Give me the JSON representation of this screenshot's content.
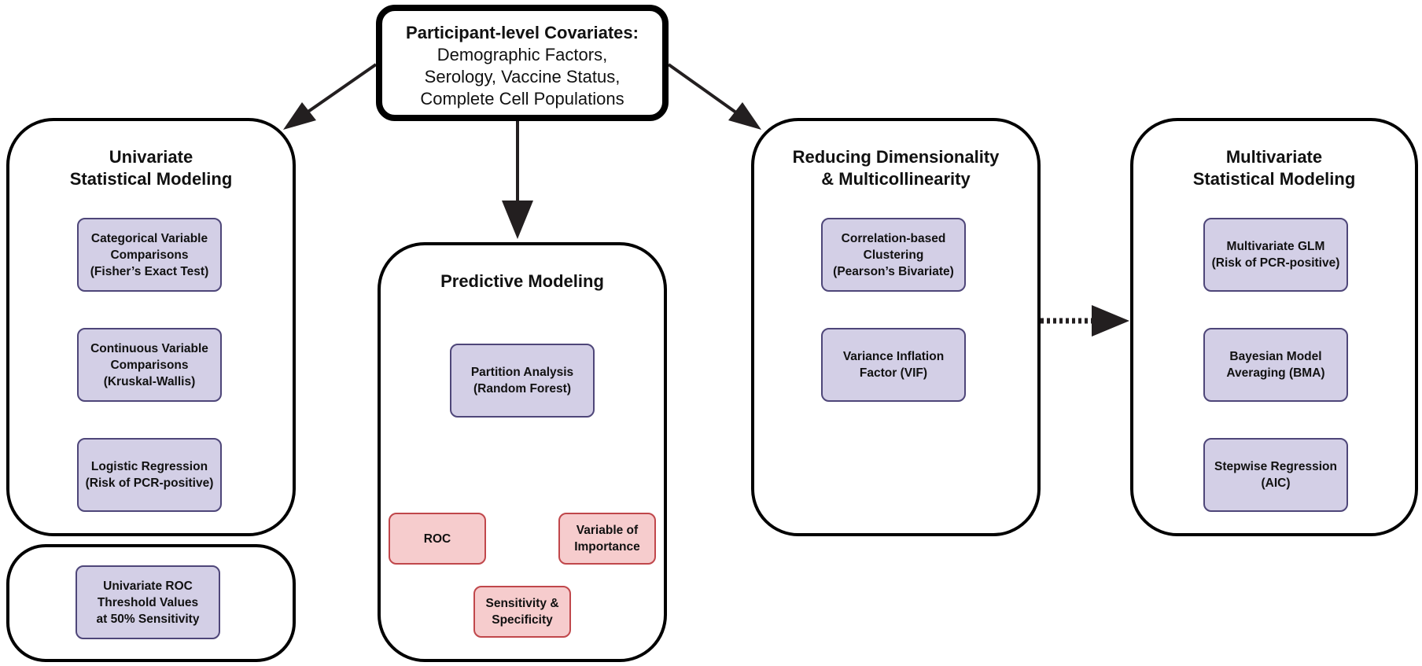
{
  "top": {
    "title": "Participant-level Covariates:",
    "lines": [
      "Demographic Factors,",
      "Serology, Vaccine Status,",
      "Complete Cell Populations"
    ]
  },
  "univariate": {
    "title_lines": [
      "Univariate",
      "Statistical Modeling"
    ],
    "nodes": [
      {
        "lines": [
          "Categorical Variable",
          "Comparisons",
          "(Fisher’s Exact Test)"
        ]
      },
      {
        "lines": [
          "Continuous Variable",
          "Comparisons",
          "(Kruskal-Wallis)"
        ]
      },
      {
        "lines": [
          "Logistic Regression",
          "(Risk of PCR-positive)"
        ]
      }
    ]
  },
  "roc_threshold": {
    "lines": [
      "Univariate ROC",
      "Threshold Values",
      "at 50% Sensitivity"
    ]
  },
  "predictive": {
    "title": "Predictive Modeling",
    "partition": {
      "lines": [
        "Partition Analysis",
        "(Random Forest)"
      ]
    },
    "outputs": {
      "roc": {
        "lines": [
          "ROC"
        ]
      },
      "importance": {
        "lines": [
          "Variable of",
          "Importance"
        ]
      },
      "sens_spec": {
        "lines": [
          "Sensitivity &",
          "Specificity"
        ]
      }
    }
  },
  "reducing": {
    "title_lines": [
      "Reducing Dimensionality",
      "& Multicollinearity"
    ],
    "nodes": [
      {
        "lines": [
          "Correlation-based",
          "Clustering",
          "(Pearson’s Bivariate)"
        ]
      },
      {
        "lines": [
          "Variance Inflation",
          "Factor (VIF)"
        ]
      }
    ]
  },
  "multivariate": {
    "title_lines": [
      "Multivariate",
      "Statistical Modeling"
    ],
    "nodes": [
      {
        "lines": [
          "Multivariate GLM",
          "(Risk of PCR-positive)"
        ]
      },
      {
        "lines": [
          "Bayesian Model",
          "Averaging (BMA)"
        ]
      },
      {
        "lines": [
          "Stepwise Regression",
          "(AIC)"
        ]
      }
    ]
  },
  "colors": {
    "method_fill": "#d3cfe6",
    "method_border": "#4e4679",
    "output_fill": "#f6cccd",
    "output_border": "#c0474b",
    "arrow": "#231f20"
  }
}
